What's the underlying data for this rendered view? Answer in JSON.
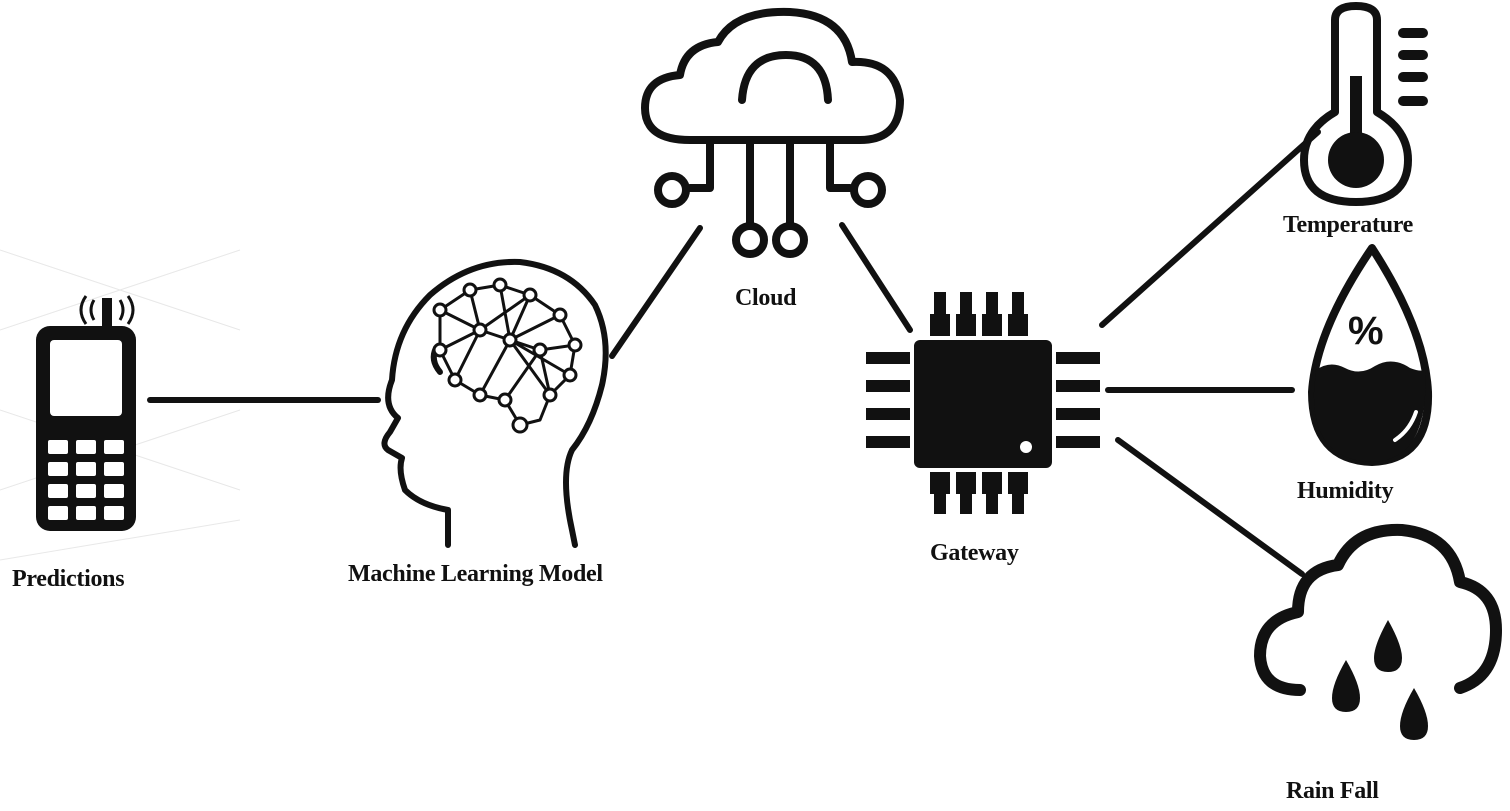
{
  "nodes": {
    "predictions": {
      "label": "Predictions",
      "icon": "mobile-phone-icon"
    },
    "ml_model": {
      "label": "Machine Learning Model",
      "icon": "brain-head-icon"
    },
    "cloud": {
      "label": "Cloud",
      "icon": "cloud-network-icon"
    },
    "gateway": {
      "label": "Gateway",
      "icon": "microchip-icon"
    },
    "temperature": {
      "label": "Temperature",
      "icon": "thermometer-icon"
    },
    "humidity": {
      "label": "Humidity",
      "icon": "humidity-drop-icon"
    },
    "rainfall": {
      "label": "Rain Fall",
      "icon": "rain-cloud-icon"
    }
  },
  "colors": {
    "stroke": "#111111",
    "background": "#ffffff"
  }
}
